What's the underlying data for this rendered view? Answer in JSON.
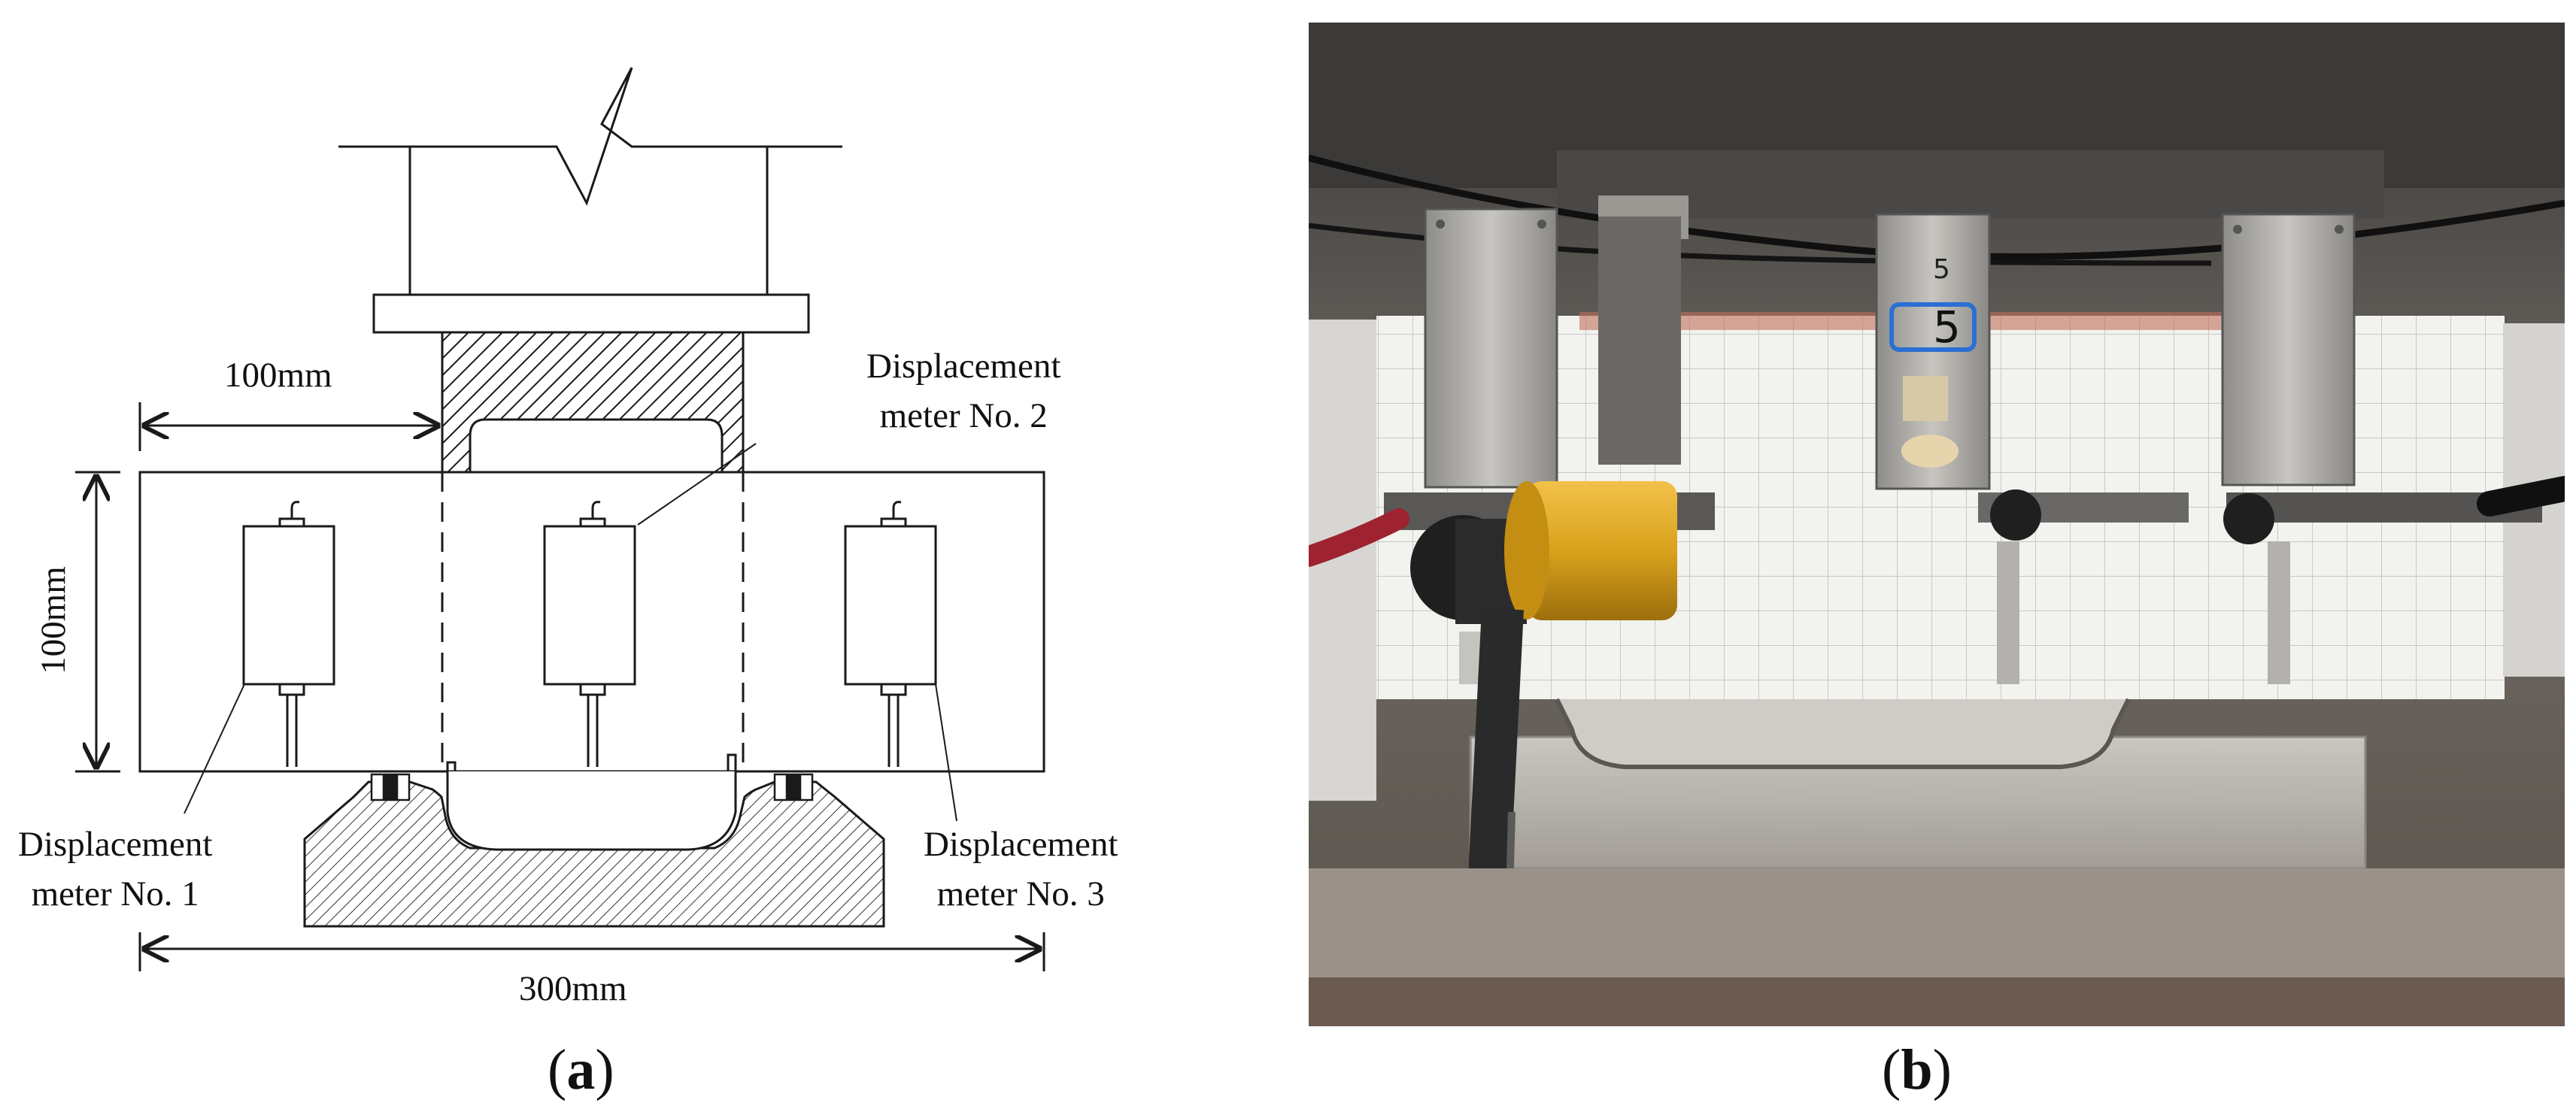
{
  "figure_a": {
    "dim_width_top": "100mm",
    "dim_height": "100mm",
    "dim_width_bottom": "300mm",
    "meter2": {
      "line1": "Displacement",
      "line2": "meter No. 2"
    },
    "meter1": {
      "line1": "Displacement",
      "line2": "meter No. 1"
    },
    "meter3": {
      "line1": "Displacement",
      "line2": "meter No. 3"
    },
    "caption_letter": "a"
  },
  "figure_b": {
    "caption_letter": "b",
    "photo_markings": {
      "center_plate_number": "5",
      "center_plate_scribble": "5"
    }
  },
  "colors": {
    "line": "#1a1a1a",
    "hatch": "#1a1a1a",
    "gold_meter": "#d9a21c",
    "red_cable": "#9e2230",
    "tile": "#f2f2ef"
  }
}
